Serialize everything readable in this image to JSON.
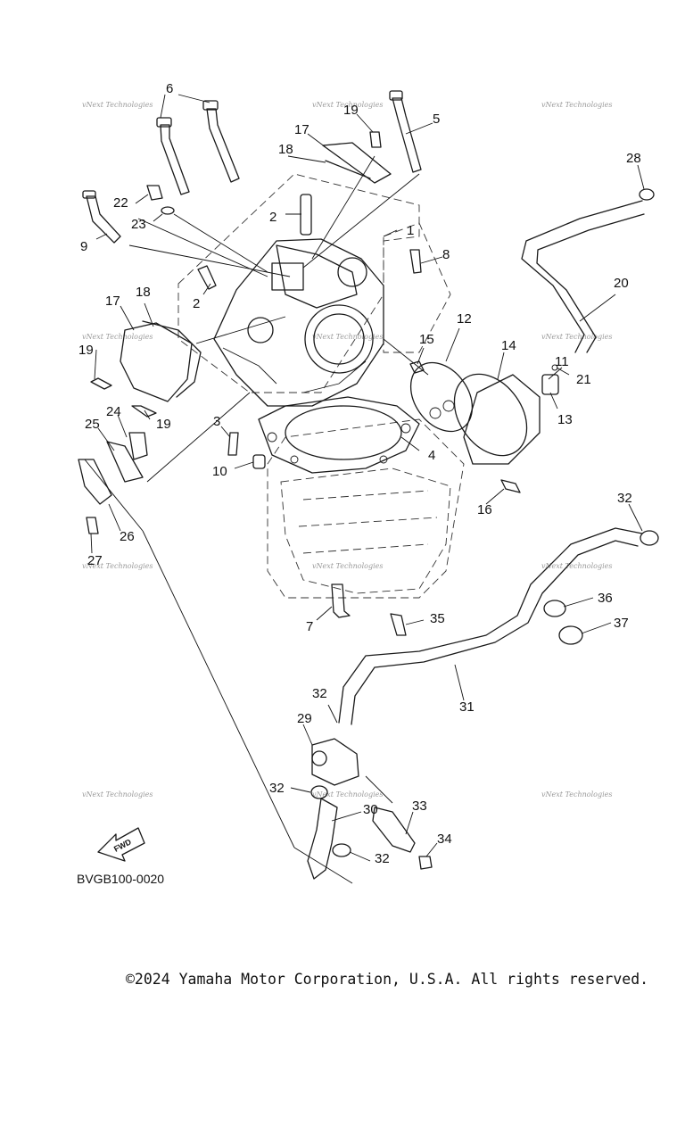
{
  "diagram_code": "BVGB100-0020",
  "copyright": "©2024 Yamaha Motor Corporation, U.S.A. All rights reserved.",
  "fwd_label": "FWD",
  "watermark_text": "vNext Technologies",
  "callouts": [
    {
      "id": "c1",
      "label": "1"
    },
    {
      "id": "c2a",
      "label": "2"
    },
    {
      "id": "c2b",
      "label": "2"
    },
    {
      "id": "c3",
      "label": "3"
    },
    {
      "id": "c4",
      "label": "4"
    },
    {
      "id": "c5",
      "label": "5"
    },
    {
      "id": "c6",
      "label": "6"
    },
    {
      "id": "c7",
      "label": "7"
    },
    {
      "id": "c8",
      "label": "8"
    },
    {
      "id": "c9",
      "label": "9"
    },
    {
      "id": "c10",
      "label": "10"
    },
    {
      "id": "c11",
      "label": "11"
    },
    {
      "id": "c12",
      "label": "12"
    },
    {
      "id": "c13",
      "label": "13"
    },
    {
      "id": "c14",
      "label": "14"
    },
    {
      "id": "c15",
      "label": "15"
    },
    {
      "id": "c16",
      "label": "16"
    },
    {
      "id": "c17a",
      "label": "17"
    },
    {
      "id": "c17b",
      "label": "17"
    },
    {
      "id": "c18a",
      "label": "18"
    },
    {
      "id": "c18b",
      "label": "18"
    },
    {
      "id": "c19a",
      "label": "19"
    },
    {
      "id": "c19b",
      "label": "19"
    },
    {
      "id": "c19c",
      "label": "19"
    },
    {
      "id": "c20",
      "label": "20"
    },
    {
      "id": "c21",
      "label": "21"
    },
    {
      "id": "c22",
      "label": "22"
    },
    {
      "id": "c23",
      "label": "23"
    },
    {
      "id": "c24",
      "label": "24"
    },
    {
      "id": "c25",
      "label": "25"
    },
    {
      "id": "c26",
      "label": "26"
    },
    {
      "id": "c27",
      "label": "27"
    },
    {
      "id": "c28",
      "label": "28"
    },
    {
      "id": "c29",
      "label": "29"
    },
    {
      "id": "c30",
      "label": "30"
    },
    {
      "id": "c31",
      "label": "31"
    },
    {
      "id": "c32a",
      "label": "32"
    },
    {
      "id": "c32b",
      "label": "32"
    },
    {
      "id": "c32c",
      "label": "32"
    },
    {
      "id": "c32d",
      "label": "32"
    },
    {
      "id": "c33",
      "label": "33"
    },
    {
      "id": "c34",
      "label": "34"
    },
    {
      "id": "c35",
      "label": "35"
    },
    {
      "id": "c36",
      "label": "36"
    },
    {
      "id": "c37",
      "label": "37"
    }
  ]
}
